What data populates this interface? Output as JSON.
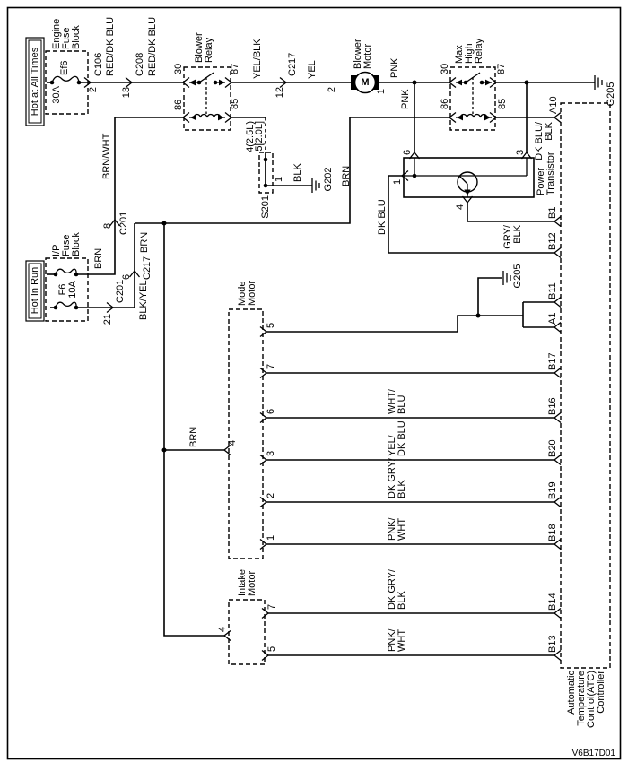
{
  "diagram_id": "V6B17D01",
  "power_rails": {
    "hot_at_all_times": "Hot at All Times",
    "hot_in_run": "Hot In Run"
  },
  "fuse_blocks": {
    "engine": {
      "name_lines": [
        "Engine",
        "Fuse",
        "Block"
      ],
      "fuse": "Ef6",
      "rating": "30A"
    },
    "ip": {
      "name_lines": [
        "I/P",
        "Fuse",
        "Block"
      ],
      "fuse": "F6",
      "rating": "10A"
    }
  },
  "relays": {
    "blower": {
      "name_lines": [
        "Blower",
        "Relay"
      ],
      "pin_30": "30",
      "pin_87": "87",
      "pin_86": "86",
      "pin_85": "85"
    },
    "max_high": {
      "name_lines": [
        "Max",
        "High",
        "Relay"
      ],
      "pin_30": "30",
      "pin_87": "87",
      "pin_86": "86",
      "pin_85": "85"
    }
  },
  "blower_motor": {
    "name_lines": [
      "Blower",
      "Motor"
    ],
    "symbol": "M",
    "pin_2": "2",
    "pin_1": "1"
  },
  "power_transistor": {
    "name_lines": [
      "Power",
      "Transistor"
    ],
    "pin_6": "6",
    "pin_3": "3",
    "pin_1": "1",
    "pin_4": "4"
  },
  "mode_motor": {
    "name_lines": [
      "Mode",
      "Motor"
    ],
    "pin_4": "4",
    "pins": [
      "5",
      "7",
      "6",
      "3",
      "2",
      "1"
    ]
  },
  "intake_motor": {
    "name_lines": [
      "Intake",
      "Motor"
    ],
    "pin_4": "4",
    "pins": [
      "7",
      "5"
    ]
  },
  "atc_controller": {
    "name_lines": [
      "Automatic",
      "Temperature",
      "Control(ATC)",
      "Controller"
    ],
    "pins": [
      "A10",
      "B1",
      "B12",
      "B11",
      "A1",
      "B17",
      "B16",
      "B20",
      "B19",
      "B18",
      "B14",
      "B13"
    ]
  },
  "connectors": {
    "c106": {
      "pin": "2",
      "name": "C106"
    },
    "c208": {
      "pin": "13",
      "name": "C208"
    },
    "c217_12": {
      "pin": "12",
      "name": "C217"
    },
    "c201_8": {
      "pin": "8",
      "name": "C201"
    },
    "c201_21": {
      "pin": "21",
      "name": "C201"
    },
    "c217_6": {
      "pin": "6",
      "name": "C217"
    }
  },
  "splice": {
    "name": "S201",
    "variant_a": "4(2.5L)",
    "variant_b": "5[2.0L]",
    "pin_out": "1"
  },
  "grounds": {
    "g205_top": "G205",
    "g205_mid": "G205",
    "g202": "G202"
  },
  "wires": {
    "red_dk_blu": "RED/DK BLU",
    "brn_wht": "BRN/WHT",
    "brn": "BRN",
    "blk_yel": "BLK/YEL",
    "yel_blk": "YEL/BLK",
    "yel": "YEL",
    "pnk": "PNK",
    "blk": "BLK",
    "dk_blu": "DK BLU",
    "dk_blu_blk_l1": "DK BLU/",
    "dk_blu_blk_l2": "BLK",
    "gry_blk_l1": "GRY/",
    "gry_blk_l2": "BLK",
    "wht_blu_l1": "WHT/",
    "wht_blu_l2": "BLU",
    "yel_dk_blu_l1": "YEL/",
    "yel_dk_blu_l2": "DK BLU",
    "dk_gry_blk_l1": "DK GRY/",
    "dk_gry_blk_l2": "BLK",
    "pnk_wht_l1": "PNK/",
    "pnk_wht_l2": "WHT"
  }
}
